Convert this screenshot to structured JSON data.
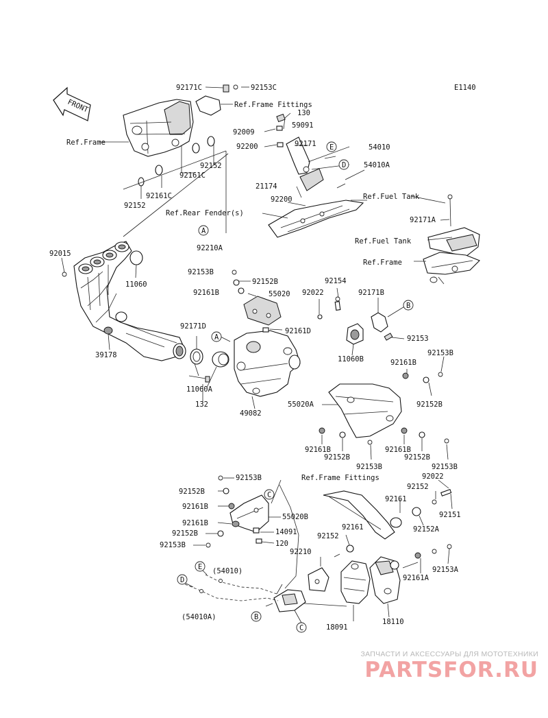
{
  "diagram": {
    "code": "E1140",
    "front_label": "FRONT",
    "refs": {
      "frame_top": "Ref.Frame",
      "frame_fittings_top": "Ref.Frame Fittings",
      "rear_fender": "Ref.Rear Fender(s)",
      "fuel_tank_1": "Ref.Fuel Tank",
      "fuel_tank_2": "Ref.Fuel Tank",
      "frame_right": "Ref.Frame",
      "frame_fittings_bottom": "Ref.Frame Fittings"
    },
    "callouts": [
      "A",
      "A",
      "B",
      "B",
      "C",
      "C",
      "D",
      "D",
      "E",
      "E"
    ],
    "parts": {
      "p92171C": "92171C",
      "p92153C": "92153C",
      "p130": "130",
      "p59091": "59091",
      "p92009": "92009",
      "p92200a": "92200",
      "p92171": "92171",
      "p54010": "54010",
      "p54010A": "54010A",
      "p21174": "21174",
      "p92200b": "92200",
      "p92152a": "92152",
      "p92161Ca": "92161C",
      "p92161Cb": "92161C",
      "p92152b": "92152",
      "p92171A": "92171A",
      "p92210A": "92210A",
      "p92015": "92015",
      "p11060": "11060",
      "p92153B_1": "92153B",
      "p92152B_1": "92152B",
      "p92161B_1": "92161B",
      "p55020": "55020",
      "p92022a": "92022",
      "p92154": "92154",
      "p92171B": "92171B",
      "p92161D": "92161D",
      "p92153": "92153",
      "p92171D": "92171D",
      "p11060B": "11060B",
      "p39178": "39178",
      "p92161B_2": "92161B",
      "p92153B_2": "92153B",
      "p11060A": "11060A",
      "p132": "132",
      "p55020A": "55020A",
      "p92152B_2": "92152B",
      "p49082": "49082",
      "p92161B_3": "92161B",
      "p92152B_3": "92152B",
      "p92153B_3": "92153B",
      "p92161B_4": "92161B",
      "p92152B_4": "92152B",
      "p92153B_4": "92153B",
      "p92153B_5": "92153B",
      "p92152B_5": "92152B",
      "p92161B_5": "92161B",
      "p55020B": "55020B",
      "p92161B_6": "92161B",
      "p14091": "14091",
      "p92152B_6": "92152B",
      "p120": "120",
      "p92153B_6": "92153B",
      "p92022b": "92022",
      "p92152c": "92152",
      "p92161a": "92161",
      "p92151": "92151",
      "p92161b": "92161",
      "p92152A": "92152A",
      "p92152d": "92152",
      "p92210": "92210",
      "p92153A": "92153A",
      "p92161A": "92161A",
      "p54010_paren": "(54010)",
      "p54010A_paren": "(54010A)",
      "p18091": "18091",
      "p18110": "18110"
    }
  },
  "watermark": {
    "subtitle": "ЗАПЧАСТИ И АКСЕССУАРЫ ДЛЯ МОТОТЕХНИКИ",
    "logo": "PARTSFOR.RU"
  }
}
